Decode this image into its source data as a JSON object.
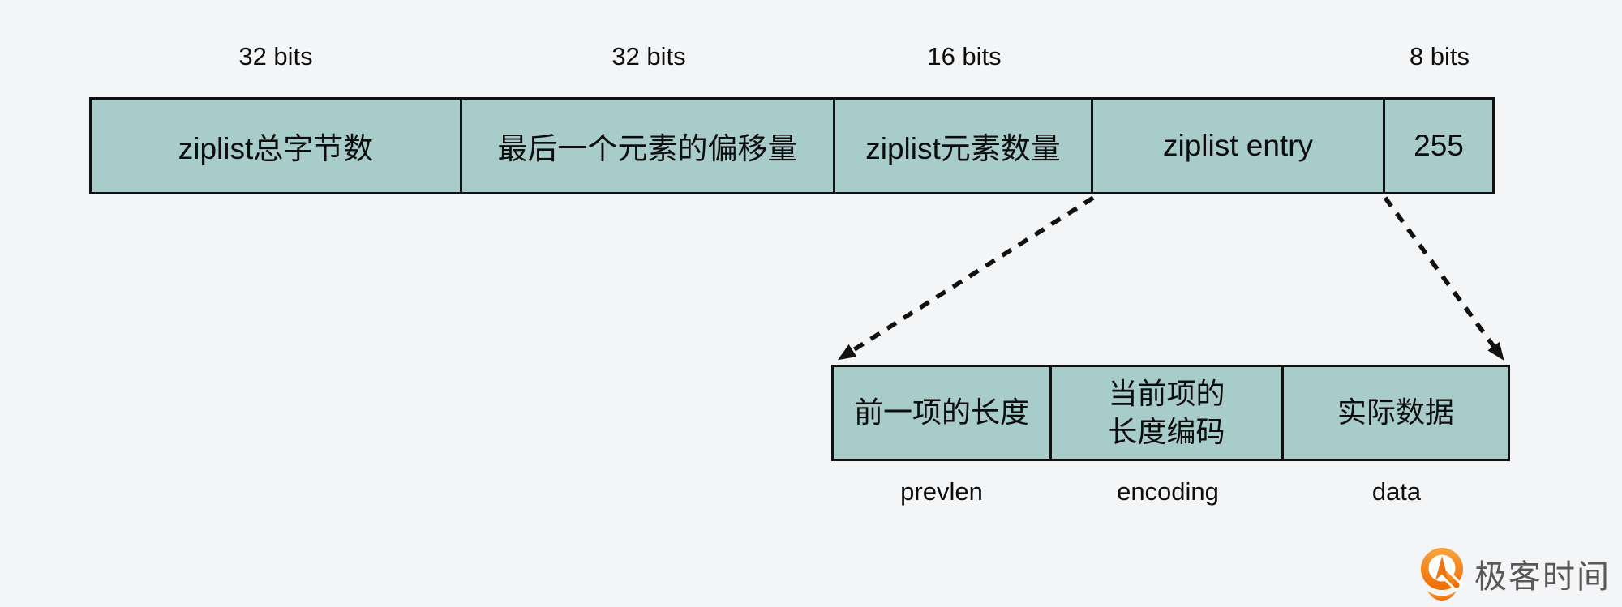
{
  "colors": {
    "background": "#f4f5f7",
    "cell_fill": "#a8ccca",
    "border": "#111111",
    "text": "#0d0d0d",
    "logo_orange": "#ee7500",
    "logo_orange_light": "#f9a43f",
    "logo_text_gray": "#595757"
  },
  "ziplist_bar": {
    "cells": [
      {
        "bits": "32 bits",
        "label": "ziplist总字节数"
      },
      {
        "bits": "32 bits",
        "label": "最后一个元素的偏移量"
      },
      {
        "bits": "16 bits",
        "label": "ziplist元素数量"
      },
      {
        "bits": "",
        "label": "ziplist entry"
      },
      {
        "bits": "8 bits",
        "label": "255"
      }
    ]
  },
  "entry_bar": {
    "cells": [
      {
        "line1": "前一项的长度",
        "line2": "",
        "field": "prevlen"
      },
      {
        "line1": "当前项的",
        "line2": "长度编码",
        "field": "encoding"
      },
      {
        "line1": "实际数据",
        "line2": "",
        "field": "data"
      }
    ]
  },
  "logo": {
    "text": "极客时间"
  }
}
